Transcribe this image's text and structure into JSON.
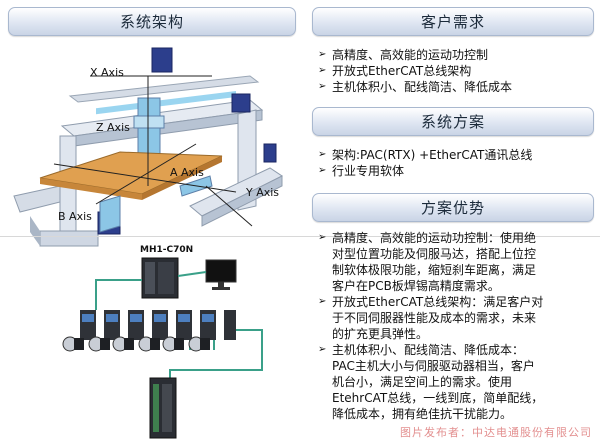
{
  "left": {
    "title": "系统架构",
    "axes": {
      "x": "X Axis",
      "z": "Z Axis",
      "a": "A Axis",
      "y": "Y Axis",
      "b": "B Axis"
    },
    "controller_model": "MH1-C70N"
  },
  "customer": {
    "title": "客户需求",
    "items": [
      "高精度、高效能的运动功控制",
      "开放式EtherCAT总线架构",
      "主机体积小、配线简洁、降低成本"
    ]
  },
  "solution": {
    "title": "系统方案",
    "items": [
      "架构:PAC(RTX) +EtherCAT通讯总线",
      "行业专用软体"
    ]
  },
  "advantages": {
    "title": "方案优势",
    "items": [
      [
        "高精度、高效能的运动功控制：使用绝",
        "对型位置功能及伺服马达，搭配上位控",
        "制软体极限功能，缩短刹车距离，满足",
        "客户在PCB板焊锡高精度需求。"
      ],
      [
        "开放式EtherCAT总线架构：满足客户对",
        "于不同伺服器性能及成本的需求，未来",
        "的扩充更具弹性。"
      ],
      [
        "主机体积小、配线简洁、降低成本：",
        "PAC主机大小与伺服驱动器相当，客户",
        "机台小，满足空间上的需求。使用",
        "EtehrCAT总线，一线到底，简单配线，",
        "降低成本，拥有绝佳抗干扰能力。"
      ]
    ]
  },
  "watermark": "图片发布者：中达电通股份有限公司",
  "colors": {
    "accent_blue": "#2c3e8c",
    "orange_table": "#e0a050",
    "cable": "#3aa089"
  }
}
